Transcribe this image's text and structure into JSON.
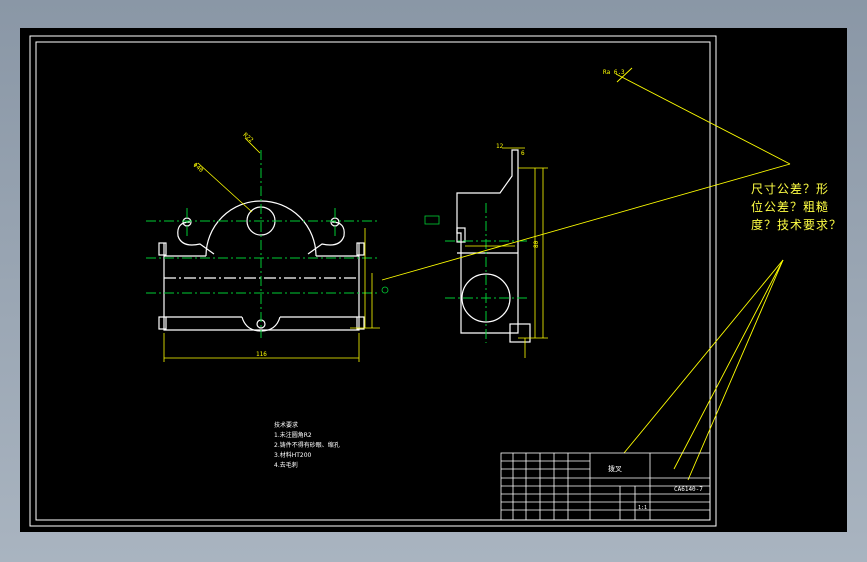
{
  "annotation": {
    "line1": "尺寸公差？形",
    "line2": "位公差？粗糙",
    "line3": "度？技术要求？"
  },
  "title_block": {
    "part_name": "拨叉",
    "drawing_no": "CA6140-7",
    "scale": "1:1"
  },
  "tech_requirements": {
    "heading": "技术要求",
    "items": [
      "1.未注圆角R2",
      "2.铸件不得有砂眼、缩孔",
      "3.材料HT200",
      "4.去毛刺"
    ]
  },
  "dimensions": {
    "front_width": "116",
    "side_height": "80",
    "side_top": "12",
    "side_w": "6",
    "hole_d": "Φ40",
    "corner": "R22"
  },
  "colors": {
    "drawing_bg": "#000000",
    "frame": "#ffffff",
    "part_outline": "#ffffff",
    "center_line": "#00cc33",
    "dim": "#ffff00",
    "annotation": "#ffff44"
  }
}
